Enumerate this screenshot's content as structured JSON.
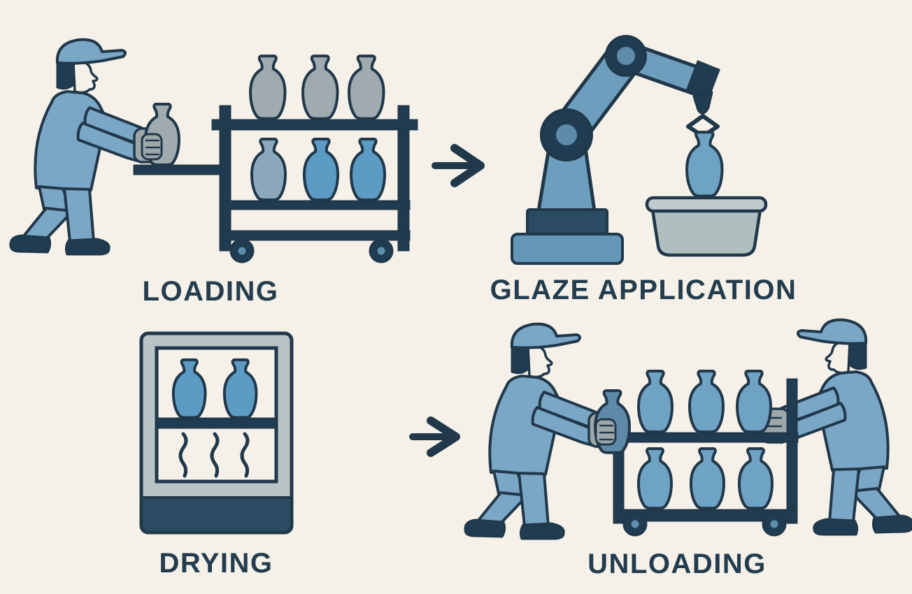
{
  "colors": {
    "bg": "#F5F1E9",
    "outline": "#21384A",
    "navy": "#1F3C52",
    "text": "#233C4E",
    "uniform": "#7BA7C6",
    "skin": "#F5F1E9",
    "glove": "#9DA7AA",
    "robot": "#6D9EBD",
    "tier": "#6496B5",
    "jointInner": "#5D8BA8",
    "vaseGray": "#9FABAE",
    "vaseBlue": "#5C9CC4",
    "vaseMed": "#6FA3C3",
    "vaseBlueGray": "#8CA9BC",
    "vaseDark": "#5E89A7",
    "basin": "#B0BEC0",
    "basinRim": "#BFCACC",
    "cabinet": "#B9C4C6",
    "band": "#2A4B61",
    "wheelInner": "#5E8FAE"
  },
  "stages": [
    {
      "id": "loading",
      "label": "LOADING",
      "scene": "worker placing vase onto two-shelf cart with six vases"
    },
    {
      "id": "glaze-application",
      "label": "GLAZE APPLICATION",
      "scene": "robot arm dipping a vase into a glaze basin"
    },
    {
      "id": "drying",
      "label": "DRYING",
      "scene": "drying cabinet with two vases on shelf above heat waves"
    },
    {
      "id": "unloading",
      "label": "UNLOADING",
      "scene": "two workers unloading six vases from a cart"
    }
  ],
  "icons": {
    "arrow_right": "right-arrow",
    "vase": "pottery-vase",
    "heat_wave": "steam-squiggle"
  },
  "counts": {
    "loading_cart_vases": 6,
    "loading_held_vases": 1,
    "glaze_vases": 1,
    "drying_vases": 2,
    "drying_heat_waves": 3,
    "unloading_cart_vases": 6,
    "unloading_held_vases": 1
  }
}
